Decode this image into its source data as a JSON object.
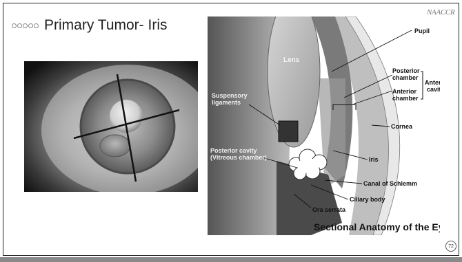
{
  "slide": {
    "title": "Primary Tumor- Iris",
    "logo": "NAACCR",
    "page_number": "72"
  },
  "diagram": {
    "labels": {
      "pupil": "Pupil",
      "lens": "Lens",
      "posterior_chamber_1": "Posterior",
      "posterior_chamber_2": "chamber",
      "anterior_chamber_1": "Anterior",
      "anterior_chamber_2": "chamber",
      "anterior_cavity_1": "Anterior",
      "anterior_cavity_2": "cavity",
      "suspensory_1": "Suspensory",
      "suspensory_2": "ligaments",
      "cornea": "Cornea",
      "posterior_cavity_1": "Posterior cavity",
      "posterior_cavity_2": "(Vitreous chamber)",
      "iris": "Iris",
      "canal": "Canal of Schlemm",
      "ciliary": "Ciliary body",
      "ora": "Ora serrata",
      "caption": "Sectional Anatomy of the Eye"
    }
  }
}
